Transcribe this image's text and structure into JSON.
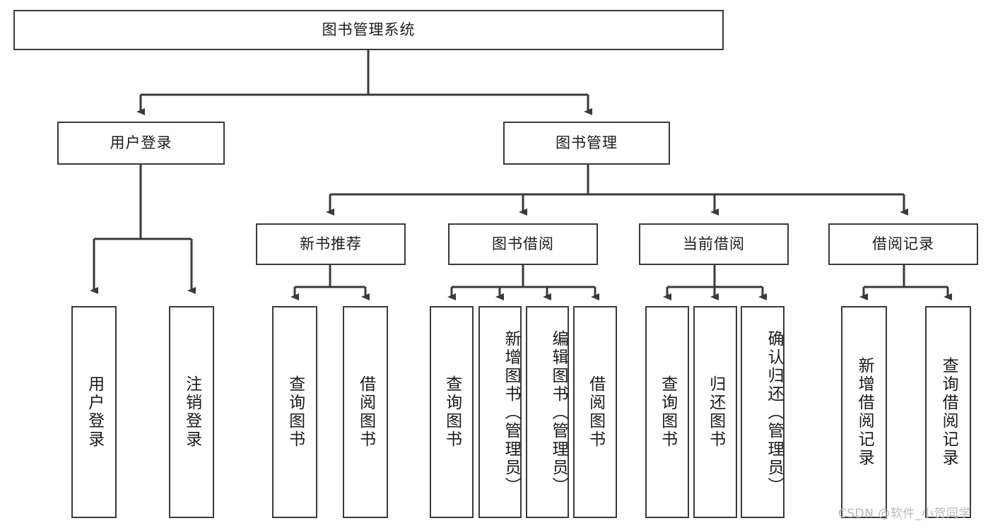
{
  "diagram": {
    "type": "tree-hierarchy-chart",
    "title": "图书管理系统",
    "stroke_color": "#3a3a3a",
    "background_color": "#ffffff",
    "text_color": "#1b1b1b",
    "levels": [
      {
        "level": 1,
        "nodes": [
          {
            "id": "root",
            "label": "图书管理系统"
          }
        ]
      },
      {
        "level": 2,
        "nodes": [
          {
            "id": "login",
            "label": "用户登录"
          },
          {
            "id": "bookmgmt",
            "label": "图书管理"
          }
        ]
      },
      {
        "level": 3,
        "nodes": [
          {
            "id": "newbook",
            "label": "新书推荐"
          },
          {
            "id": "borrow",
            "label": "图书借阅"
          },
          {
            "id": "current",
            "label": "当前借阅"
          },
          {
            "id": "records",
            "label": "借阅记录"
          }
        ]
      },
      {
        "level": 4,
        "nodes": [
          {
            "id": "leaf1",
            "label": "用户登录"
          },
          {
            "id": "leaf2",
            "label": "注销登录"
          },
          {
            "id": "leaf3",
            "label": "查询图书"
          },
          {
            "id": "leaf4",
            "label": "借阅图书"
          },
          {
            "id": "leaf5",
            "label": "查询图书"
          },
          {
            "id": "leaf6",
            "label": "新增图书（管理员）"
          },
          {
            "id": "leaf7",
            "label": "编辑图书（管理员）"
          },
          {
            "id": "leaf8",
            "label": "借阅图书"
          },
          {
            "id": "leaf9",
            "label": "查询图书"
          },
          {
            "id": "leaf10",
            "label": "归还图书"
          },
          {
            "id": "leaf11",
            "label": "确认归还（管理员）"
          },
          {
            "id": "leaf12",
            "label": "新增借阅记录"
          },
          {
            "id": "leaf13",
            "label": "查询借阅记录"
          }
        ]
      }
    ],
    "edges": [
      {
        "from": "root",
        "to": "login"
      },
      {
        "from": "root",
        "to": "bookmgmt"
      },
      {
        "from": "login",
        "to": "leaf1"
      },
      {
        "from": "login",
        "to": "leaf2"
      },
      {
        "from": "bookmgmt",
        "to": "newbook"
      },
      {
        "from": "bookmgmt",
        "to": "borrow"
      },
      {
        "from": "bookmgmt",
        "to": "current"
      },
      {
        "from": "bookmgmt",
        "to": "records"
      },
      {
        "from": "newbook",
        "to": "leaf3"
      },
      {
        "from": "newbook",
        "to": "leaf4"
      },
      {
        "from": "borrow",
        "to": "leaf5"
      },
      {
        "from": "borrow",
        "to": "leaf6"
      },
      {
        "from": "borrow",
        "to": "leaf7"
      },
      {
        "from": "borrow",
        "to": "leaf8"
      },
      {
        "from": "current",
        "to": "leaf9"
      },
      {
        "from": "current",
        "to": "leaf10"
      },
      {
        "from": "current",
        "to": "leaf11"
      },
      {
        "from": "records",
        "to": "leaf12"
      },
      {
        "from": "records",
        "to": "leaf13"
      }
    ]
  },
  "watermark": {
    "text": "CSDN @软件_小贺同学"
  }
}
